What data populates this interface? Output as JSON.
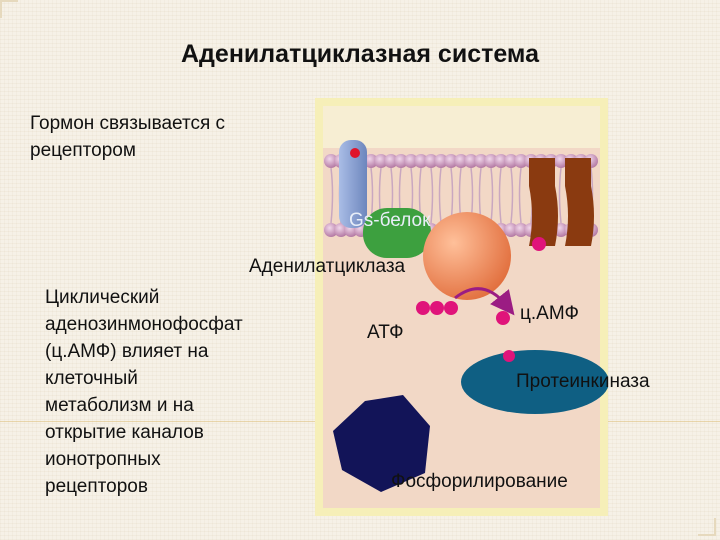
{
  "title": "Аденилатциклазная система",
  "hormone_text": [
    "Гормон связывается с",
    "рецептором"
  ],
  "camp_text": [
    "Циклический",
    "аденозинмонофосфат",
    "(ц.АМФ) влияет на",
    "клеточный",
    "метаболизм и на",
    "открытие каналов",
    "ионотропных",
    "рецепторов"
  ],
  "labels": {
    "gs_protein": "Gs-белок",
    "adenylate_cyclase": "Аденилатциклаза",
    "atp": "АТФ",
    "camp": "ц.АМФ",
    "protein_kinase": "Протеинкиназа",
    "phosphorylation": "Фосфорилирование"
  },
  "colors": {
    "cell_bg": "#f2d8c6",
    "receptor": "#8ea3cf",
    "gs_protein": "#3da03f",
    "adenylate_cyclase": "#f08a5a",
    "camp_dot": "#e0147a",
    "channel": "#8a3a10",
    "protein_kinase": "#0f5f83",
    "target": "#121458",
    "membrane_heads": "#c38ab3"
  }
}
